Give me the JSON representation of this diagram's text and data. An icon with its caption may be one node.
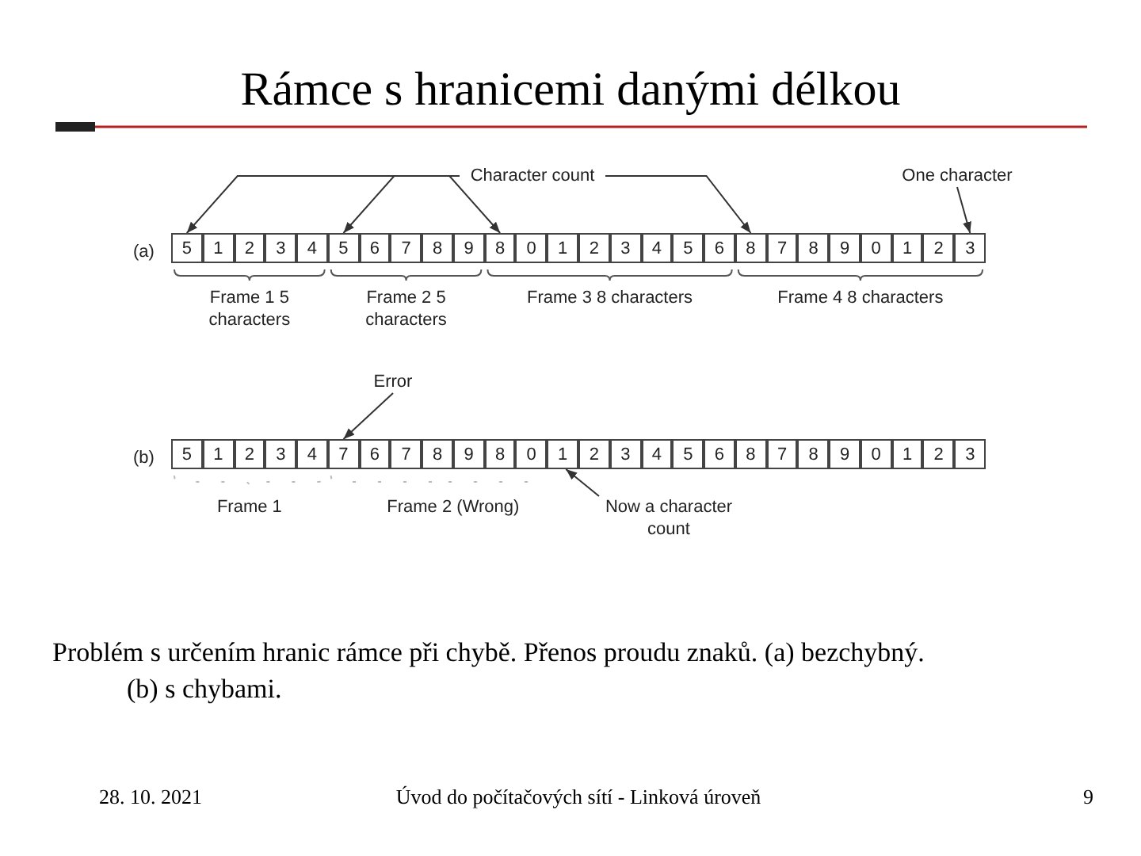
{
  "diagram": {
    "title": "Rámce s hranicemi danými délkou",
    "caption": "Problém s určením hranic rámce při chybě. Přenos proudu znaků. (a) bezchybný. (b) s chybami.",
    "nodes": [
      {
        "text": [
          "Character count"
        ]
      },
      {
        "text": [
          "One character"
        ]
      },
      {
        "text": [
          "5"
        ]
      },
      {
        "text": [
          "1"
        ]
      },
      {
        "text": [
          "2"
        ]
      },
      {
        "text": [
          "3"
        ]
      },
      {
        "text": [
          "4"
        ]
      },
      {
        "text": [
          "5"
        ]
      },
      {
        "text": [
          "6"
        ]
      },
      {
        "text": [
          "7"
        ]
      },
      {
        "text": [
          "8"
        ]
      },
      {
        "text": [
          "9"
        ]
      },
      {
        "text": [
          "8"
        ]
      },
      {
        "text": [
          "0"
        ]
      },
      {
        "text": [
          "1"
        ]
      },
      {
        "text": [
          "2"
        ]
      },
      {
        "text": [
          "3"
        ]
      },
      {
        "text": [
          "4"
        ]
      },
      {
        "text": [
          "5"
        ]
      },
      {
        "text": [
          "6"
        ]
      },
      {
        "text": [
          "8"
        ]
      },
      {
        "text": [
          "7"
        ]
      },
      {
        "text": [
          "8"
        ]
      },
      {
        "text": [
          "9"
        ]
      },
      {
        "text": [
          "0"
        ]
      },
      {
        "text": [
          "1"
        ]
      },
      {
        "text": [
          "2"
        ]
      },
      {
        "text": [
          "3"
        ]
      },
      {
        "text": [
          "Error"
        ]
      },
      {
        "text": [
          "5"
        ]
      },
      {
        "text": [
          "1"
        ]
      },
      {
        "text": [
          "2"
        ]
      },
      {
        "text": [
          "3"
        ]
      },
      {
        "text": [
          "4"
        ]
      },
      {
        "text": [
          "7"
        ]
      },
      {
        "text": [
          "6"
        ]
      },
      {
        "text": [
          "7"
        ]
      },
      {
        "text": [
          "8"
        ]
      },
      {
        "text": [
          "9"
        ]
      },
      {
        "text": [
          "8"
        ]
      },
      {
        "text": [
          "0"
        ]
      },
      {
        "text": [
          "1"
        ]
      },
      {
        "text": [
          "2"
        ]
      },
      {
        "text": [
          "3"
        ]
      },
      {
        "text": [
          "4"
        ]
      },
      {
        "text": [
          "5"
        ]
      },
      {
        "text": [
          "6"
        ]
      },
      {
        "text": [
          "8"
        ]
      },
      {
        "text": [
          "7"
        ]
      },
      {
        "text": [
          "8"
        ]
      },
      {
        "text": [
          "9"
        ]
      },
      {
        "text": [
          "0"
        ]
      },
      {
        "text": [
          "1"
        ]
      },
      {
        "text": [
          "2"
        ]
      },
      {
        "text": [
          "3"
        ]
      },
      {
        "text": [
          "Now a character count"
        ]
      }
    ],
    "edges": [
      {
        "from": 0,
        "to": 2,
        "arrow": "to"
      },
      {
        "from": 0,
        "to": 7,
        "arrow": "to"
      },
      {
        "from": 0,
        "to": 12,
        "arrow": "to"
      },
      {
        "from": 0,
        "to": 20,
        "arrow": "to"
      },
      {
        "from": 1,
        "to": 27,
        "arrow": "to"
      },
      {
        "from": 28,
        "to": 34,
        "arrow": "to"
      },
      {
        "from": 55,
        "to": 41,
        "arrow": "to"
      }
    ],
    "labels": [
      "(a)",
      "Frame 1 5 characters",
      "Frame 2 5 characters",
      "Frame 3 8 characters",
      "Frame 4 8 characters",
      "(b)",
      "Frame 1",
      "Frame 2 (Wrong)",
      "28. 10. 2021",
      "Úvod do počítačových sítí - Linková úroveň",
      "9"
    ]
  }
}
